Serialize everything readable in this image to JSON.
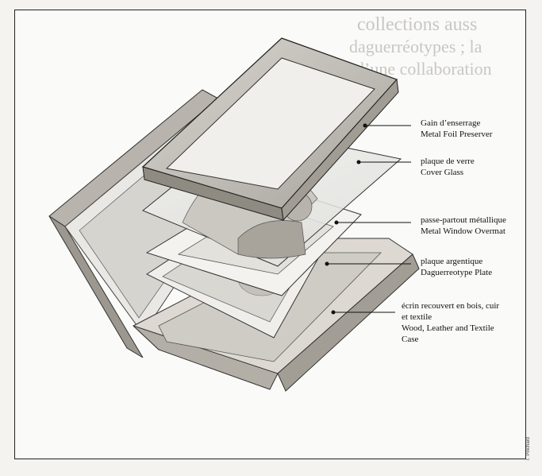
{
  "labels": [
    {
      "id": "preserver",
      "fr": "Gain d’enserrage",
      "en": "Metal Foil Preserver"
    },
    {
      "id": "glass",
      "fr": "plaque de verre",
      "en": "Cover Glass"
    },
    {
      "id": "overmat",
      "fr": "passe-partout métallique",
      "en": "Metal Window Overmat"
    },
    {
      "id": "plate",
      "fr": "plaque argentique",
      "en": "Daguerreotype Plate"
    },
    {
      "id": "case",
      "fr": "écrin recouvert en bois, cuir et textile",
      "en": "Wood, Leather and Textile Case"
    }
  ],
  "credit": "T. Pinchard",
  "background_text": [
    "collections auss",
    "daguerréotypes ; la",
    "d’une collaboration"
  ]
}
